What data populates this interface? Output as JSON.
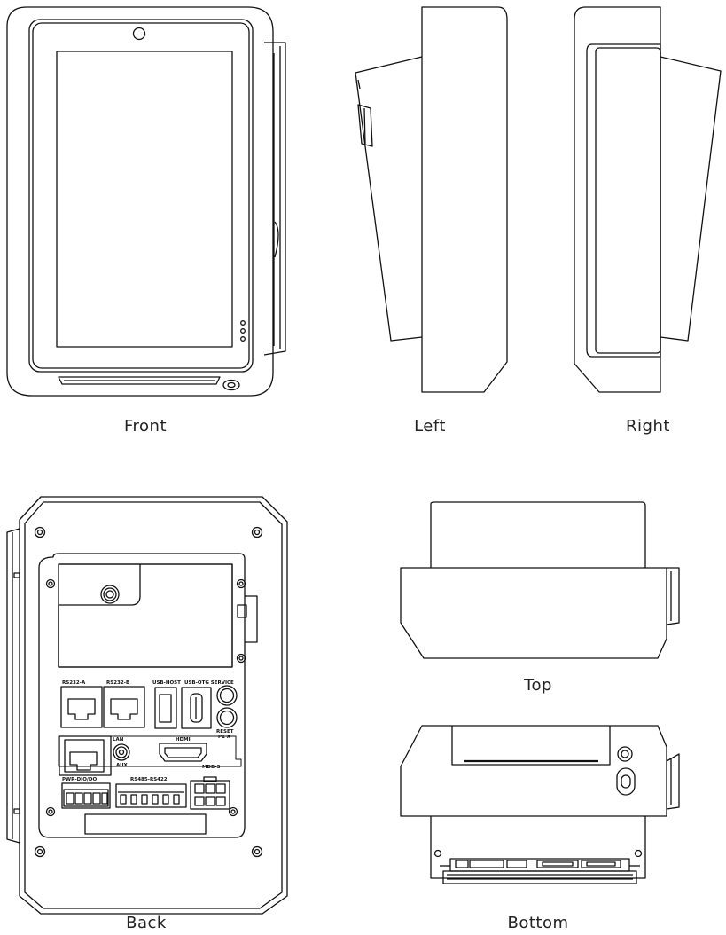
{
  "views": {
    "front": "Front",
    "left": "Left",
    "right": "Right",
    "back": "Back",
    "top": "Top",
    "bottom": "Bottom"
  },
  "back_labels": {
    "rs232_a": "RS232-A",
    "rs232_b": "RS232-B",
    "usb_host": "USB-HOST",
    "usb_otg_service": "USB-OTG SERVICE",
    "lan": "LAN",
    "aux": "AUX",
    "hdmi": "HDMI",
    "reset": "RESET",
    "reset_sub": "P1 X",
    "pwr_dio": "PWR-DIO/DO",
    "rs485": "RS485-RS422",
    "mdb": "MDB-S"
  },
  "colors": {
    "line": "#111111",
    "background": "#ffffff"
  }
}
